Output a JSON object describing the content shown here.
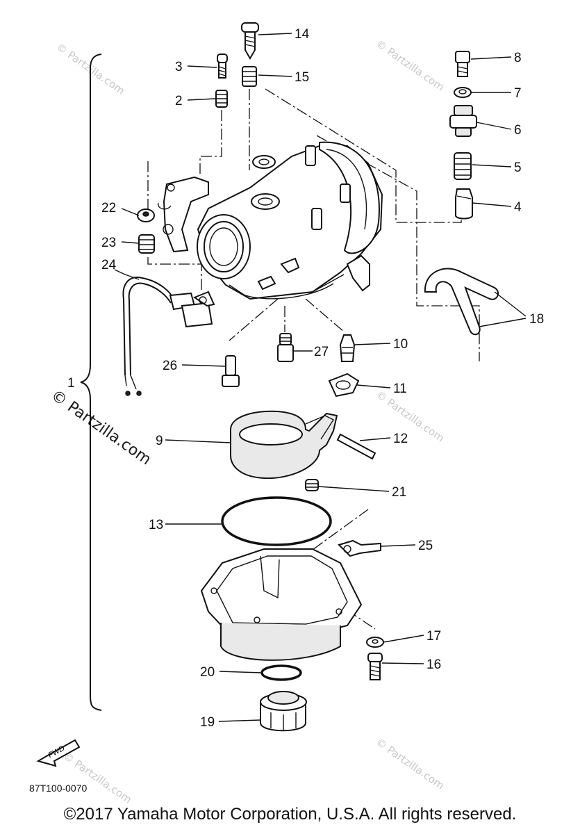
{
  "watermark": {
    "small": "© Partzilla.com",
    "large": "© Partzilla.com"
  },
  "callouts": {
    "c1": "1",
    "c2": "2",
    "c3": "3",
    "c4": "4",
    "c5": "5",
    "c6": "6",
    "c7": "7",
    "c8": "8",
    "c9": "9",
    "c10": "10",
    "c11": "11",
    "c12": "12",
    "c13": "13",
    "c14": "14",
    "c15": "15",
    "c16": "16",
    "c17": "17",
    "c18": "18",
    "c19": "19",
    "c20": "20",
    "c21": "21",
    "c22": "22",
    "c23": "23",
    "c24": "24",
    "c25": "25",
    "c26": "26",
    "c27": "27"
  },
  "fwd_label": "FWD",
  "diagram_code": "87T100-0070",
  "copyright": "©2017 Yamaha Motor Corporation, U.S.A. All rights reserved."
}
